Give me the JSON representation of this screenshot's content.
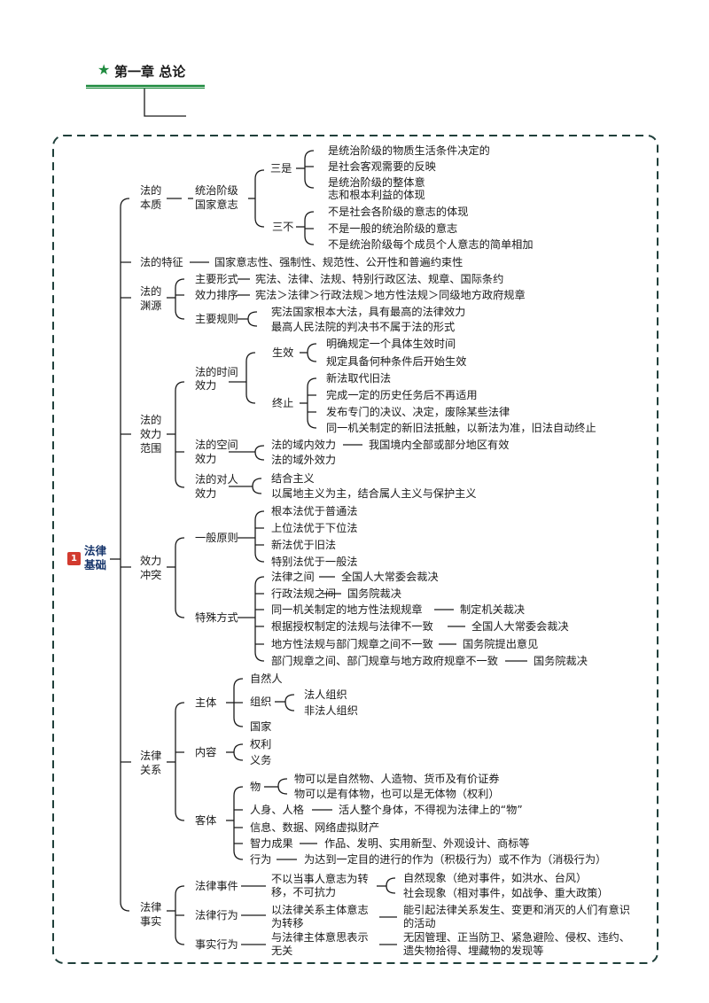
{
  "header": {
    "title": "第一章 总论"
  },
  "root": {
    "badge": "1",
    "line1": "法律",
    "line2": "基础"
  },
  "t": {
    "n1a": "法的",
    "n1b": "本质",
    "n2a": "统治阶级",
    "n2b": "国家意志",
    "sanshi": "三是",
    "s1": "是统治阶级的物质生活条件决定的",
    "s2": "是社会客观需要的反映",
    "s3a": "是统治阶级的整体意",
    "s3b": "志和根本利益的体现",
    "sanbu": "三不",
    "b1": "不是社会各阶级的意志的体现",
    "b2": "不是一般的统治阶级的意志",
    "b3": "不是统治阶级每个成员个人意志的简单相加",
    "tz": "法的特征",
    "tzv": "国家意志性、强制性、规范性、公开性和普遍约束性",
    "yya": "法的",
    "yyb": "渊源",
    "zyxs": "主要形式",
    "zyxsv": "宪法、法律、法规、特别行政区法、规章、国际条约",
    "xlpx": "效力排序",
    "xlpxv": "宪法＞法律＞行政法规＞地方性法规＞同级地方政府规章",
    "zygz": "主要规则",
    "g1": "宪法国家根本大法，具有最高的法律效力",
    "g2": "最高人民法院的判决书不属于法的形式",
    "fwa": "法的",
    "fwb": "效力",
    "fwc": "范围",
    "sja": "法的时间",
    "sjb": "效力",
    "sx": "生效",
    "sx1": "明确规定一个具体生效时间",
    "sx2": "规定具备何种条件后开始生效",
    "zz": "终止",
    "zz1": "新法取代旧法",
    "zz2": "完成一定的历史任务后不再适用",
    "zz3": "发布专门的决议、决定，废除某些法律",
    "zz4": "同一机关制定的新旧法抵触，以新法为准，旧法自动终止",
    "kja": "法的空间",
    "kjb": "效力",
    "yn": "法的域内效力",
    "ynv": "我国境内全部或部分地区有效",
    "yw": "法的域外效力",
    "dra": "法的对人",
    "drb": "效力",
    "dr1": "结合主义",
    "dr2": "以属地主义为主，结合属人主义与保护主义",
    "cta": "效力",
    "ctb": "冲突",
    "ybyz": "一般原则",
    "y1": "根本法优于普通法",
    "y2": "上位法优于下位法",
    "y3": "新法优于旧法",
    "y4": "特别法优于一般法",
    "tsfs": "特殊方式",
    "f1": "法律之间",
    "f1v": "全国人大常委会裁决",
    "f2": "行政法规之间",
    "f2v": "国务院裁决",
    "f3": "同一机关制定的地方性法规规章",
    "f3v": "制定机关裁决",
    "f4": "根据授权制定的法规与法律不一致",
    "f4v": "全国人大常委会裁决",
    "f5": "地方性法规与部门规章之间不一致",
    "f5v": "国务院提出意见",
    "f6": "部门规章之间、部门规章与地方政府规章不一致",
    "f6v": "国务院裁决",
    "gxa": "法律",
    "gxb": "关系",
    "zt": "主体",
    "zrr": "自然人",
    "zz_org": "组织",
    "frzz": "法人组织",
    "ffrzz": "非法人组织",
    "gj": "国家",
    "nr": "内容",
    "ql": "权利",
    "yw2": "义务",
    "kt": "客体",
    "wu": "物",
    "wu1": "物可以是自然物、人造物、货币及有价证券",
    "wu2": "物可以是有体物，也可以是无体物（权利）",
    "rs": "人身、人格",
    "rsv": "活人整个身体，不得视为法律上的“物”",
    "xx": "信息、数据、网络虚拟财产",
    "zl": "智力成果",
    "zlv": "作品、发明、实用新型、外观设计、商标等",
    "xw": "行为",
    "xwv": "为达到一定目的进行的作为（积极行为）或不作为（消极行为）",
    "ssa": "法律",
    "ssb": "事实",
    "sj": "法律事件",
    "sjva": "不以当事人意志为转",
    "sjvb": "移，不可抗力",
    "sj1": "自然现象（绝对事件，如洪水、台风）",
    "sj2": "社会现象（相对事件，如战争、重大政策）",
    "xwei": "法律行为",
    "xweiva": "以法律关系主体意志",
    "xweivb": "为转移",
    "xweir1": "能引起法律关系发生、变更和消灭的人们有意识",
    "xweir2": "的活动",
    "ssxw": "事实行为",
    "ssxwa": "与法律主体意思表示",
    "ssxwb": "无关",
    "ssxwr1": "无因管理、正当防卫、紧急避险、侵权、违约、",
    "ssxwr2": "遗失物拾得、埋藏物的发现等"
  }
}
